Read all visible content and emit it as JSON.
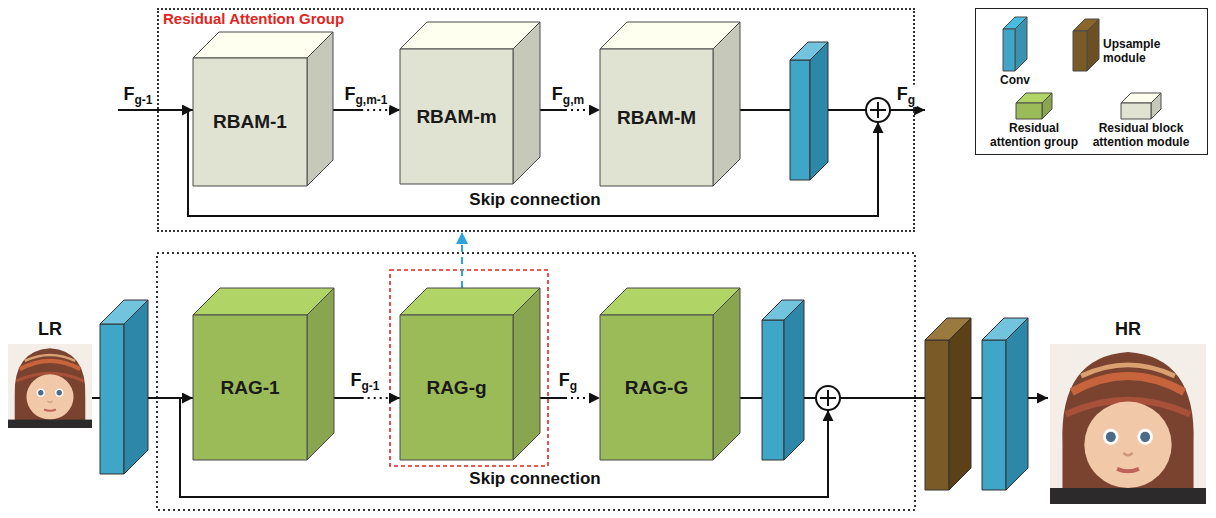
{
  "diagram": {
    "nodes": [
      {
        "text": [
          "Residual Attention Group"
        ]
      },
      {
        "text": [
          "RBAM-1"
        ],
        "in": 0
      },
      {
        "text": [
          "RBAM-m"
        ],
        "in": 0
      },
      {
        "text": [
          "RBAM-M"
        ],
        "in": 0
      },
      {
        "text": [
          "RAG-1"
        ]
      },
      {
        "text": [
          "RAG-g"
        ]
      },
      {
        "text": [
          "RAG-G"
        ]
      }
    ],
    "edges": [
      {
        "from": 1,
        "to": 2,
        "arrow": "to",
        "label": "Fg,m-1"
      },
      {
        "from": 2,
        "to": 3,
        "arrow": "to",
        "label": "Fg,m"
      },
      {
        "from": 4,
        "to": 5,
        "arrow": "to",
        "label": "Fg-1"
      },
      {
        "from": 5,
        "to": 6,
        "arrow": "to",
        "label": "Fg"
      },
      {
        "from": 5,
        "to": 0,
        "arrow": "to"
      }
    ],
    "labels": [
      "Fg-1",
      "Fg",
      "Skip connection",
      "Skip connection",
      "LR",
      "HR"
    ],
    "legend": [
      {
        "text": "Conv",
        "color": "#3fa6c7"
      },
      {
        "text": "Upsample module",
        "color": "#7a5a26"
      },
      {
        "text": "Residual attention group",
        "color": "#9bbb59"
      },
      {
        "text": "Residual block attention module",
        "color": "#e0e3d2"
      }
    ]
  }
}
